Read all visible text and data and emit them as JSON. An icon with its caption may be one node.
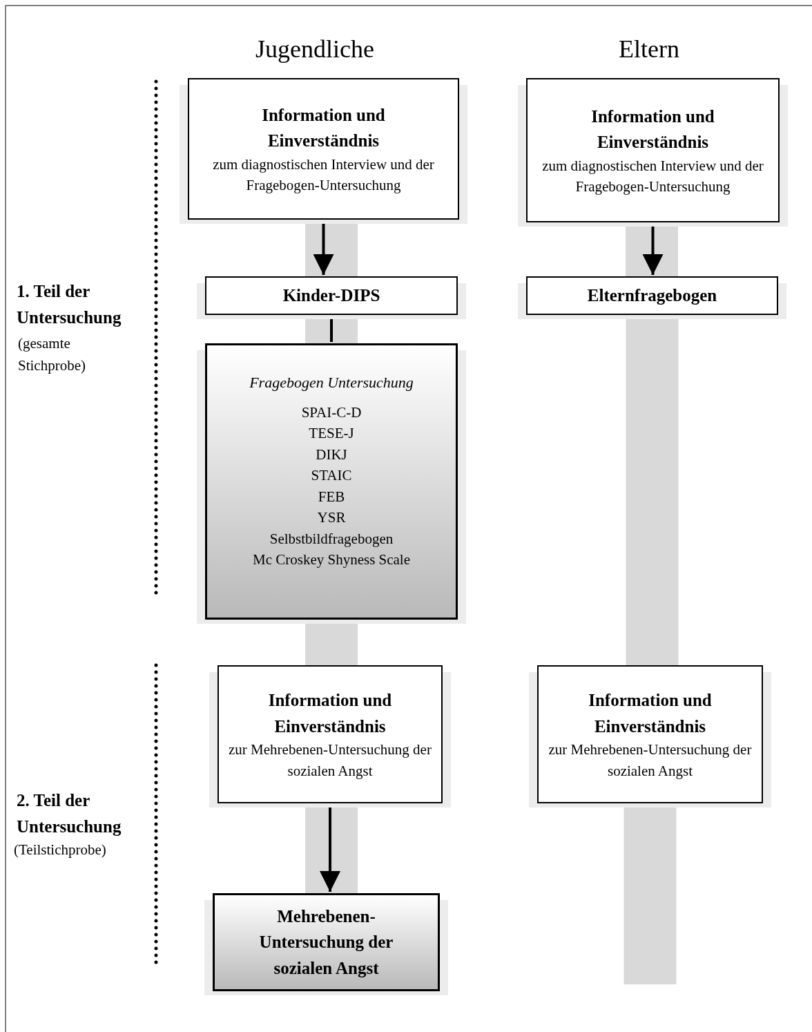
{
  "diagram": {
    "nodes": [
      {
        "text": [
          "Information und Einverständnis",
          "zum diagnostischen Interview und der Fragebogen-Untersuchung"
        ]
      },
      {
        "text": [
          "Information und Einverständnis",
          "zum diagnostischen Interview und der Fragebogen-Untersuchung"
        ]
      },
      {
        "text": [
          "Kinder-DIPS"
        ]
      },
      {
        "text": [
          "Elternfragebogen"
        ]
      },
      {
        "text": [
          "Fragebogen Untersuchung",
          "SPAI-C-D",
          "TESE-J",
          "DIKJ",
          "STAIC",
          "FEB",
          "YSR",
          "Selbstbildfragebogen",
          "Mc Croskey Shyness Scale"
        ]
      },
      {
        "text": [
          "Information und Einverständnis",
          "zur Mehrebenen-Untersuchung der sozialen Angst"
        ]
      },
      {
        "text": [
          "Information und Einverständnis",
          "zur Mehrebenen-Untersuchung der sozialen Angst"
        ]
      },
      {
        "text": [
          "Mehrebenen-Untersuchung der sozialen Angst"
        ]
      }
    ],
    "edges": [
      {
        "from": 0,
        "to": 2,
        "arrow": "to"
      },
      {
        "from": 1,
        "to": 3,
        "arrow": "to"
      },
      {
        "from": 2,
        "to": 4,
        "arrow": "none"
      },
      {
        "from": 4,
        "to": 5,
        "arrow": "none",
        "style": "thick",
        "color": "#d9d9d9"
      },
      {
        "from": 3,
        "to": 6,
        "arrow": "none",
        "style": "thick",
        "color": "#d9d9d9"
      },
      {
        "from": 5,
        "to": 7,
        "arrow": "to"
      },
      {
        "from": 6,
        "to": null,
        "arrow": "none",
        "style": "thick",
        "color": "#d9d9d9"
      }
    ],
    "labels": [
      "Jugendliche",
      "Eltern",
      "1. Teil der Untersuchung",
      "(gesamte Stichprobe)",
      "2. Teil der Untersuchung",
      "(Teilstichprobe)"
    ]
  }
}
